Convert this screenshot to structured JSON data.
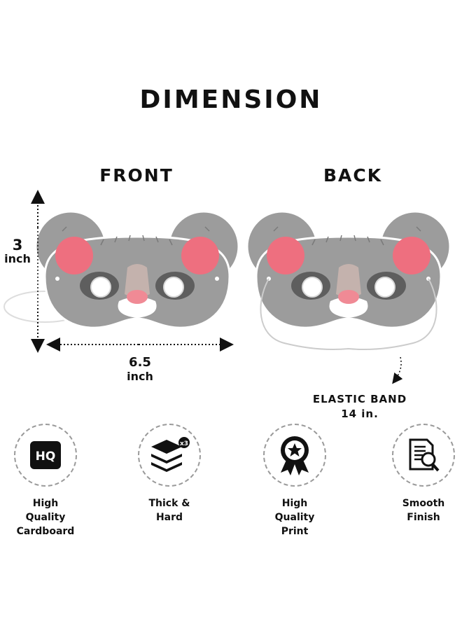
{
  "title": "DIMENSION",
  "front": {
    "label": "FRONT",
    "height_value": "3",
    "height_unit": "inch",
    "width_value": "6.5",
    "width_unit": "inch"
  },
  "back": {
    "label": "BACK",
    "elastic_label": "ELASTIC BAND",
    "elastic_length": "14 in."
  },
  "colors": {
    "mask_fill": "#9c9c9c",
    "ear_pink": "#ee6f7f",
    "nose_pink": "#f08a95",
    "outline": "#ffffff",
    "icon_dark": "#111111"
  },
  "features": [
    {
      "icon": "hq-icon",
      "badge": "HQ",
      "label": "High\nQuality\nCardboard"
    },
    {
      "icon": "layers-icon",
      "badge": "x3",
      "label": "Thick  &\nHard"
    },
    {
      "icon": "award-badge-icon",
      "label": "High\nQuality\nPrint"
    },
    {
      "icon": "document-magnifier-icon",
      "label": "Smooth\nFinish"
    }
  ]
}
